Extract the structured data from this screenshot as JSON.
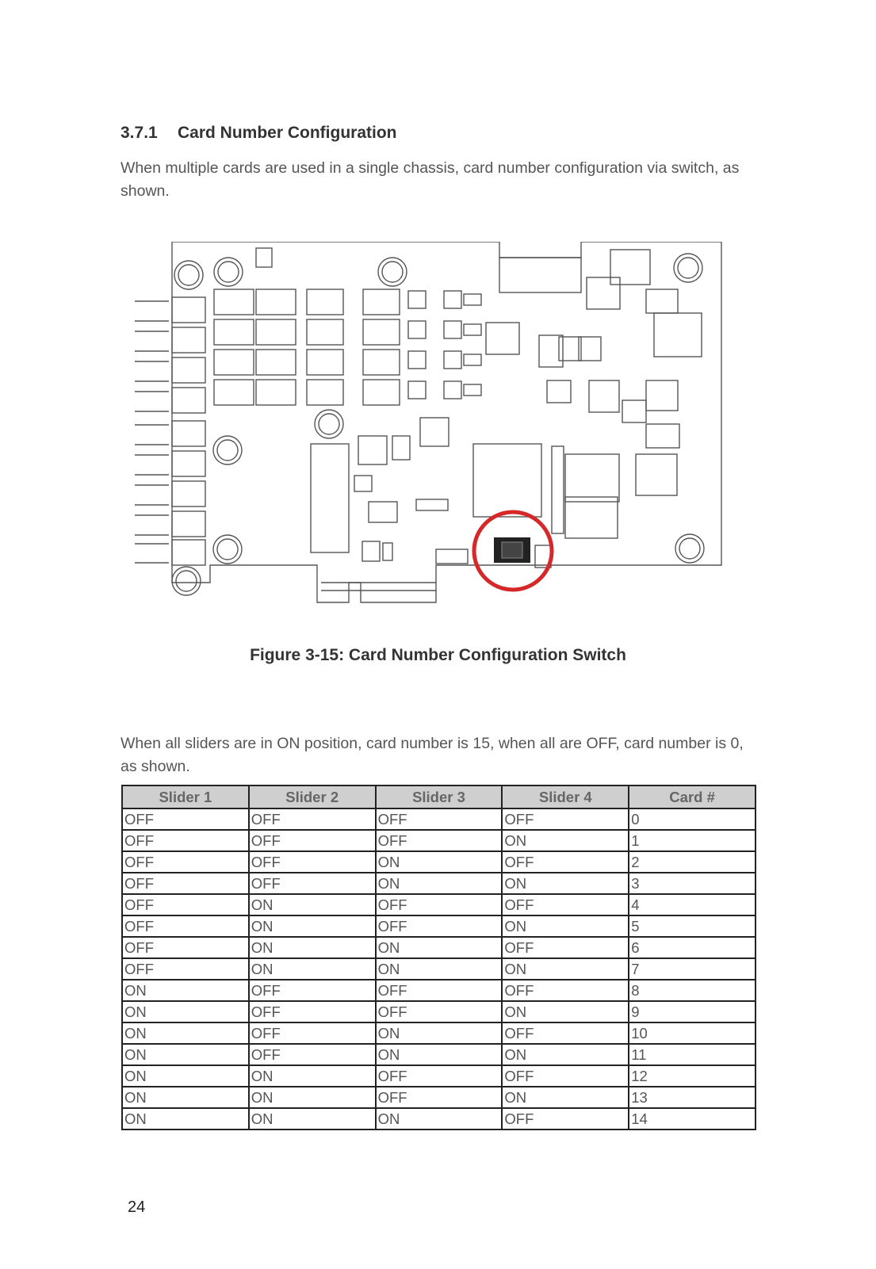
{
  "section": {
    "number": "3.7.1",
    "title": "Card Number Configuration",
    "intro": "When multiple cards are used in a single chassis, card number configuration via switch, as shown."
  },
  "figure": {
    "caption": "Figure 3-15: Card Number Configuration Switch"
  },
  "table_intro": "When all sliders are in ON position, card number is 15, when all are OFF, card number is 0, as shown.",
  "table": {
    "headers": [
      "Slider 1",
      "Slider 2",
      "Slider 3",
      "Slider 4",
      "Card #"
    ],
    "rows": [
      [
        "OFF",
        "OFF",
        "OFF",
        "OFF",
        "0"
      ],
      [
        "OFF",
        "OFF",
        "OFF",
        "ON",
        "1"
      ],
      [
        "OFF",
        "OFF",
        "ON",
        "OFF",
        "2"
      ],
      [
        "OFF",
        "OFF",
        "ON",
        "ON",
        "3"
      ],
      [
        "OFF",
        "ON",
        "OFF",
        "OFF",
        "4"
      ],
      [
        "OFF",
        "ON",
        "OFF",
        "ON",
        "5"
      ],
      [
        "OFF",
        "ON",
        "ON",
        "OFF",
        "6"
      ],
      [
        "OFF",
        "ON",
        "ON",
        "ON",
        "7"
      ],
      [
        "ON",
        "OFF",
        "OFF",
        "OFF",
        "8"
      ],
      [
        "ON",
        "OFF",
        "OFF",
        "ON",
        "9"
      ],
      [
        "ON",
        "OFF",
        "ON",
        "OFF",
        "10"
      ],
      [
        "ON",
        "OFF",
        "ON",
        "ON",
        "11"
      ],
      [
        "ON",
        "ON",
        "OFF",
        "OFF",
        "12"
      ],
      [
        "ON",
        "ON",
        "OFF",
        "ON",
        "13"
      ],
      [
        "ON",
        "ON",
        "ON",
        "OFF",
        "14"
      ]
    ]
  },
  "page_number": "24",
  "colors": {
    "highlight_circle": "#d62828",
    "line": "#555555",
    "header_bg": "#cfcfcf"
  }
}
